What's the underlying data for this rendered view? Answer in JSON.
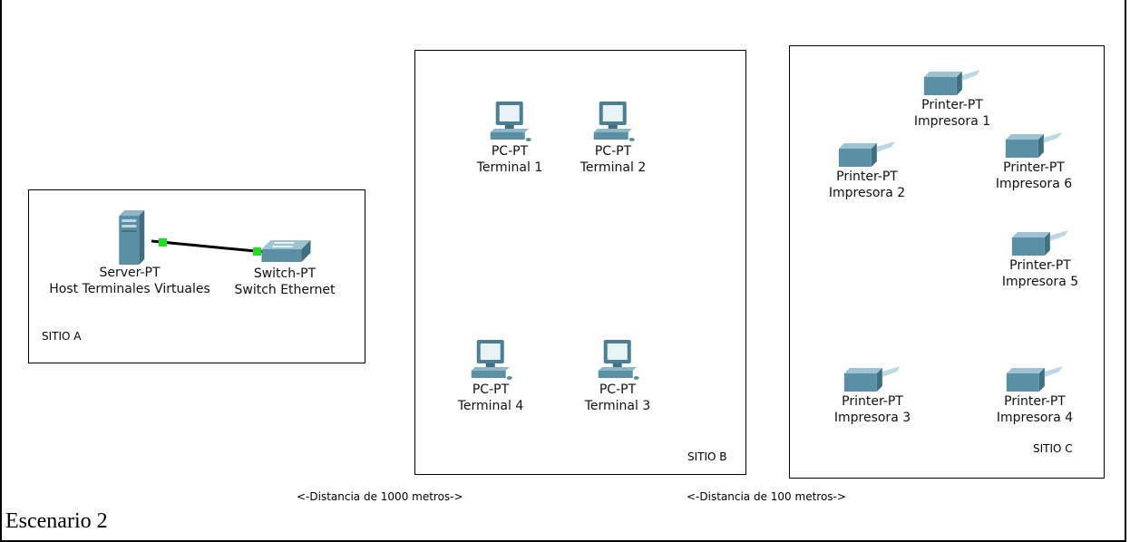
{
  "sites": {
    "a": {
      "label": "SITIO A"
    },
    "b": {
      "label": "SITIO B"
    },
    "c": {
      "label": "SITIO C"
    }
  },
  "devices": {
    "server": {
      "type": "Server-PT",
      "name": "Host Terminales Virtuales",
      "icon": "server-icon"
    },
    "switch": {
      "type": "Switch-PT",
      "name": "Switch Ethernet",
      "icon": "switch-icon"
    },
    "terminal1": {
      "type": "PC-PT",
      "name": "Terminal 1",
      "icon": "pc-icon"
    },
    "terminal2": {
      "type": "PC-PT",
      "name": "Terminal 2",
      "icon": "pc-icon"
    },
    "terminal3": {
      "type": "PC-PT",
      "name": "Terminal 3",
      "icon": "pc-icon"
    },
    "terminal4": {
      "type": "PC-PT",
      "name": "Terminal 4",
      "icon": "pc-icon"
    },
    "printer1": {
      "type": "Printer-PT",
      "name": "Impresora 1",
      "icon": "printer-icon"
    },
    "printer2": {
      "type": "Printer-PT",
      "name": "Impresora 2",
      "icon": "printer-icon"
    },
    "printer3": {
      "type": "Printer-PT",
      "name": "Impresora 3",
      "icon": "printer-icon"
    },
    "printer4": {
      "type": "Printer-PT",
      "name": "Impresora 4",
      "icon": "printer-icon"
    },
    "printer5": {
      "type": "Printer-PT",
      "name": "Impresora 5",
      "icon": "printer-icon"
    },
    "printer6": {
      "type": "Printer-PT",
      "name": "Impresora 6",
      "icon": "printer-icon"
    }
  },
  "link": {
    "color": "#000000",
    "port_color": "#22dd22"
  },
  "distances": {
    "ab": "<-Distancia de 1000 metros->",
    "bc": "<-Distancia de 100 metros->"
  },
  "scenario_title": "Escenario 2"
}
